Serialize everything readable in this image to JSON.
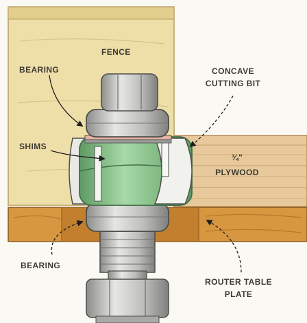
{
  "labels": {
    "fence": "FENCE",
    "bearing_top": "BEARING",
    "concave_line1": "CONCAVE",
    "concave_line2": "CUTTING BIT",
    "shims": "SHIMS",
    "plywood_fraction": "¾\"",
    "plywood": "PLYWOOD",
    "bearing_bottom": "BEARING",
    "router_line1": "ROUTER TABLE",
    "router_line2": "PLATE"
  },
  "colors": {
    "fence": "#eedfa9",
    "plywood": "#e8c99b",
    "table_plate": "#d79640",
    "bit_green": "#8ec78f",
    "steel": "#c4c4c2",
    "background": "#fbf9f3"
  }
}
